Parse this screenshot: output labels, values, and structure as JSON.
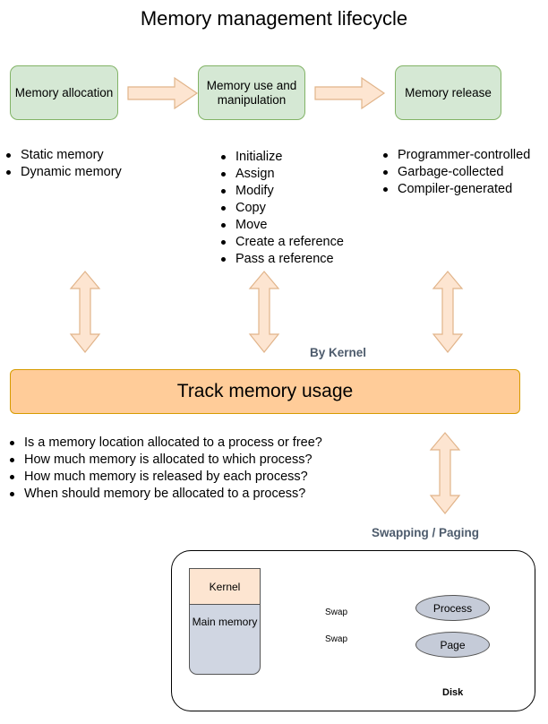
{
  "title": "Memory management lifecycle",
  "stages": [
    {
      "label": "Memory allocation",
      "items": [
        "Static memory",
        "Dynamic memory"
      ]
    },
    {
      "label": "Memory use and manipulation",
      "items": [
        "Initialize",
        "Assign",
        "Modify",
        "Copy",
        "Move",
        "Create a reference",
        "Pass a reference"
      ]
    },
    {
      "label": "Memory release",
      "items": [
        "Programmer-controlled",
        "Garbage-collected",
        "Compiler-generated"
      ]
    }
  ],
  "by_kernel_label": "By Kernel",
  "track_label": "Track memory usage",
  "questions": [
    "Is a memory location allocated to a process or free?",
    "How much memory is allocated to which process?",
    "How much memory is released by each process?",
    "When should memory be allocated to a process?"
  ],
  "swapping_label": "Swapping / Paging",
  "disk_diagram": {
    "kernel": "Kernel",
    "main_memory": "Main memory",
    "process": "Process",
    "page": "Page",
    "swap_label_1": "Swap",
    "swap_label_2": "Swap",
    "disk": "Disk"
  },
  "colors": {
    "stage_fill": "#d5e8d4",
    "stage_border": "#82b366",
    "arrow_fill": "#fde5d1",
    "arrow_border": "#e1b48a",
    "track_fill": "#ffcc99",
    "label_gray": "#4d5b6c"
  }
}
